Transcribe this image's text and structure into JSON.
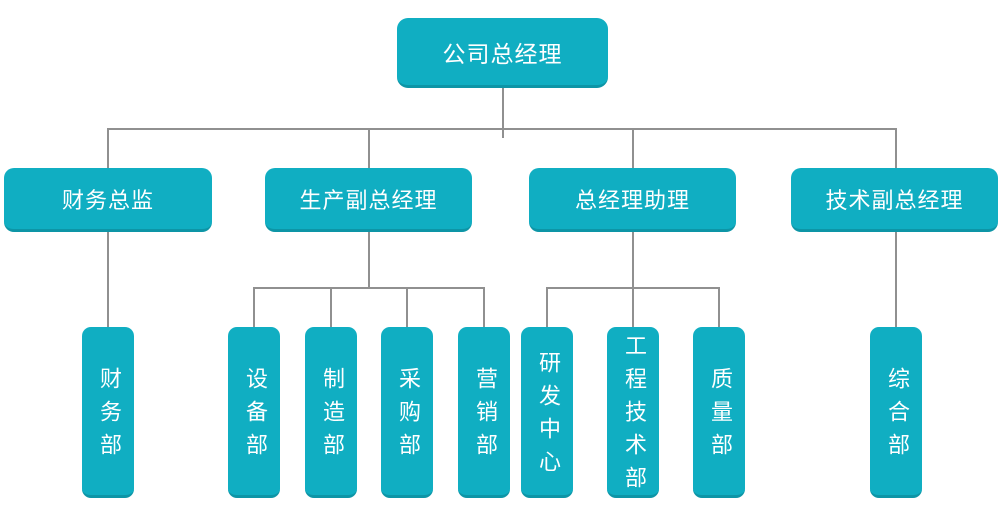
{
  "diagram_type": "org-chart",
  "colors": {
    "box_fill": "#10aec2",
    "box_bottom_edge": "#0d95a6",
    "box_text": "#ffffff",
    "connector_line": "#909090",
    "background": "#ffffff"
  },
  "nodes": {
    "root": {
      "label": "公司总经理"
    },
    "level2": [
      {
        "label": "财务总监"
      },
      {
        "label": "生产副总经理"
      },
      {
        "label": "总经理助理"
      },
      {
        "label": "技术副总经理"
      }
    ],
    "level3": [
      {
        "label": "财务部",
        "parent": "财务总监"
      },
      {
        "label": "设备部",
        "parent": "生产副总经理"
      },
      {
        "label": "制造部",
        "parent": "生产副总经理"
      },
      {
        "label": "采购部",
        "parent": "生产副总经理"
      },
      {
        "label": "营销部",
        "parent": "生产副总经理"
      },
      {
        "label": "研发中心",
        "parent": "总经理助理"
      },
      {
        "label": "工程技术部",
        "parent": "总经理助理"
      },
      {
        "label": "质量部",
        "parent": "总经理助理"
      },
      {
        "label": "综合部",
        "parent": "技术副总经理"
      }
    ]
  }
}
